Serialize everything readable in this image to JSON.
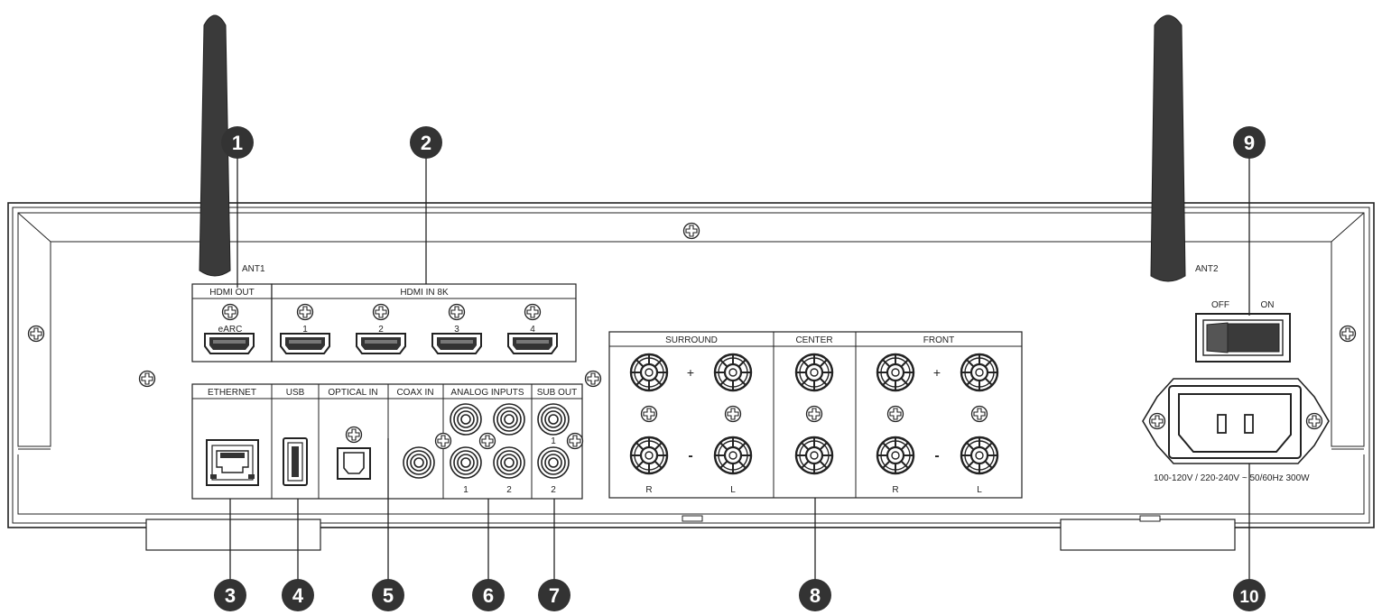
{
  "antennas": {
    "left": "ANT1",
    "right": "ANT2"
  },
  "sections": {
    "hdmi_out": "HDMI OUT",
    "hdmi_out_sub": "eARC",
    "hdmi_in": "HDMI IN 8K",
    "hdmi_in_ports": [
      "1",
      "2",
      "3",
      "4"
    ],
    "ethernet": "ETHERNET",
    "usb": "USB",
    "optical_in": "OPTICAL IN",
    "coax_in": "COAX IN",
    "analog_inputs": "ANALOG INPUTS",
    "analog_ports": [
      "1",
      "2"
    ],
    "sub_out": "SUB OUT",
    "sub_ports": [
      "1",
      "2"
    ],
    "surround": "SURROUND",
    "center": "CENTER",
    "front": "FRONT",
    "spk_R": "R",
    "spk_L": "L",
    "plus": "+",
    "minus": "-"
  },
  "power_switch": {
    "off": "OFF",
    "on": "ON"
  },
  "power_rating": "100-120V / 220-240V ~ 50/60Hz  300W",
  "callouts": [
    "1",
    "2",
    "3",
    "4",
    "5",
    "6",
    "7",
    "8",
    "9",
    "10"
  ]
}
